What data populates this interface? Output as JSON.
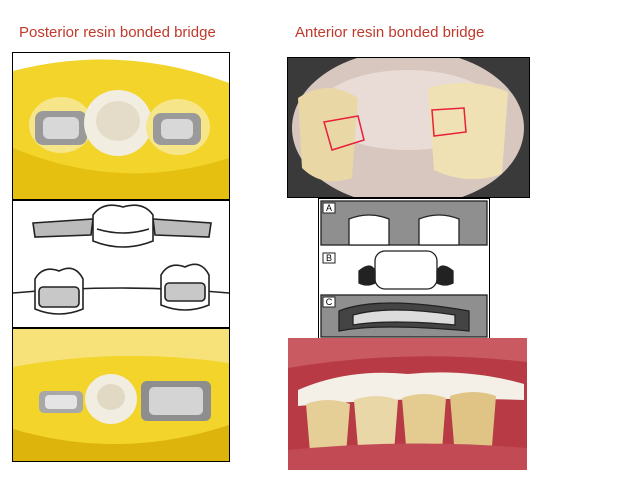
{
  "captions": {
    "posterior": "Posterior resin bonded bridge",
    "anterior": "Anterior resin bonded bridge"
  },
  "diagram_labels": {
    "a": "A",
    "b": "B",
    "c": "C"
  },
  "colors": {
    "caption": "#c0392b",
    "model_yellow": "#f2d42a",
    "annotation": "#e8203a"
  }
}
